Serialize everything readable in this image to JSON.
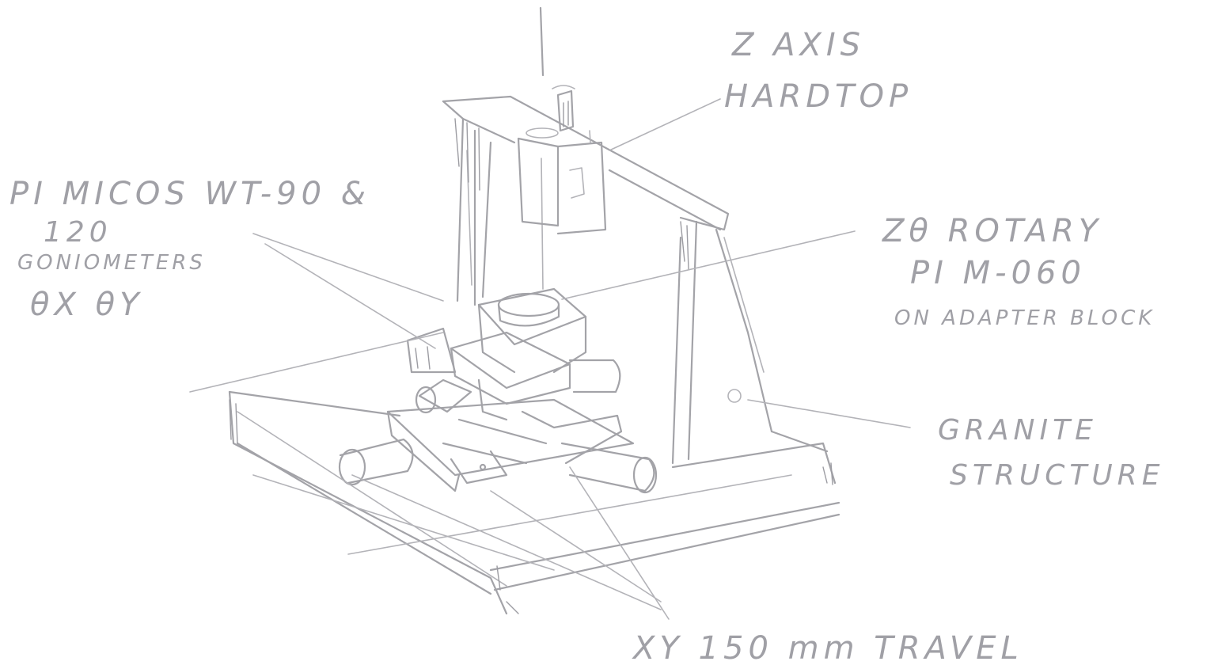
{
  "labels": {
    "z_axis_1": "Z AXIS",
    "z_axis_2": "HARDTOP",
    "goniometer_1": "PI MICOS WT-90 &",
    "goniometer_2": "120",
    "goniometer_3": "GONIOMETERS",
    "goniometer_4": "θX θY",
    "rotary_1": "Zθ ROTARY",
    "rotary_2": "PI M-060",
    "rotary_3": "ON ADAPTER BLOCK",
    "granite_1": "GRANITE",
    "granite_2": "STRUCTURE",
    "xy_travel": "XY 150 mm TRAVEL"
  },
  "colors": {
    "stroke": "#a3a3a8",
    "background": "#ffffff"
  }
}
